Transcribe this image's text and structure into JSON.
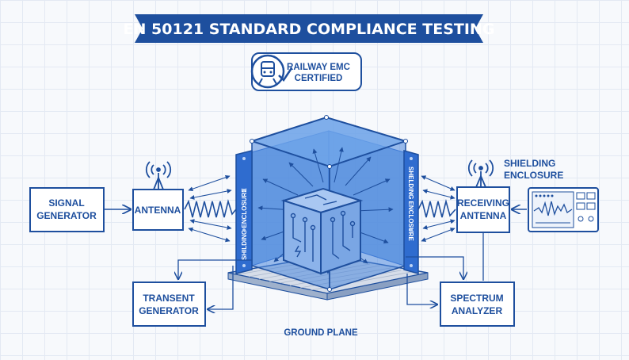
{
  "title": "EN 50121 STANDARD COMPLIANCE TESTING",
  "badge": {
    "line1": "RAILWAY EMC",
    "line2": "CERTIFIED",
    "icon": "train-icon"
  },
  "nodes": {
    "signal_generator": [
      "SIGNAL",
      "GENERATOR"
    ],
    "antenna": "ANTENNA",
    "receiving_antenna": [
      "RECEIVING",
      "ANTENNA"
    ],
    "transient_generator": [
      "TRANSENT",
      "GENERATOR"
    ],
    "spectrum_analyzer": [
      "SPECTRUM",
      "ANALYZER"
    ]
  },
  "shielding_enclosure_label": [
    "SHIELDING",
    "ENCLOSURE"
  ],
  "wall_label_left": "SHILDING ENCLOSURE",
  "wall_label_right": "SHELDING ENCLOSURE",
  "ground_plane": "GROUND PLANE",
  "colors": {
    "primary": "#1e4f9e",
    "enclosure_fill": "#4a86dc",
    "enclosure_dark": "#2f6ccf",
    "background": "#f7f9fc",
    "grid": "#e3e9f3"
  }
}
